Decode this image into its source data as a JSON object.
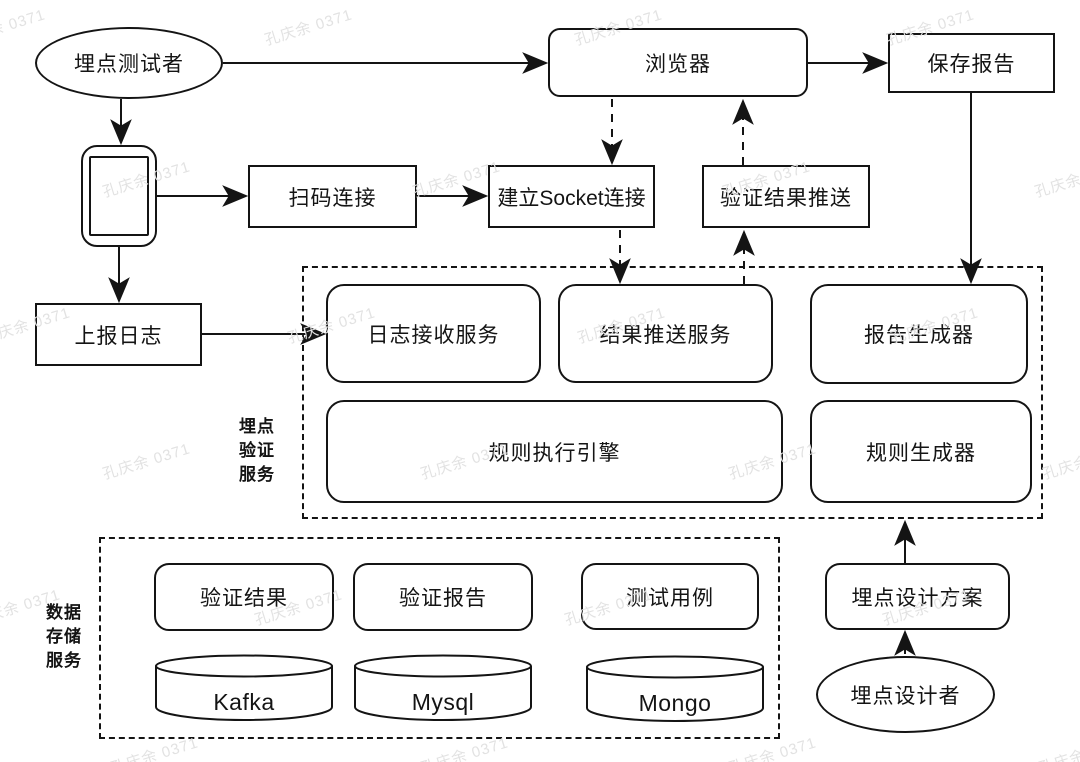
{
  "watermark": {
    "text": "孔庆余 0371"
  },
  "nodes": {
    "tester": {
      "label": "埋点测试者"
    },
    "browser": {
      "label": "浏览器"
    },
    "save_report": {
      "label": "保存报告"
    },
    "scan_connect": {
      "label": "扫码连接"
    },
    "socket_connect": {
      "label": "建立Socket连接"
    },
    "verify_result_push": {
      "label": "验证结果推送"
    },
    "report_log": {
      "label": "上报日志"
    },
    "log_receive_service": {
      "label": "日志接收服务"
    },
    "result_push_service": {
      "label": "结果推送服务"
    },
    "report_generator": {
      "label": "报告生成器"
    },
    "rule_engine": {
      "label": "规则执行引擎"
    },
    "rule_generator": {
      "label": "规则生成器"
    },
    "verify_result": {
      "label": "验证结果"
    },
    "verify_report": {
      "label": "验证报告"
    },
    "test_case": {
      "label": "测试用例"
    },
    "kafka": {
      "label": "Kafka"
    },
    "mysql": {
      "label": "Mysql"
    },
    "mongo": {
      "label": "Mongo"
    },
    "design_plan": {
      "label": "埋点设计方案"
    },
    "designer": {
      "label": "埋点设计者"
    }
  },
  "groups": {
    "verify_service": {
      "lines": [
        "埋点",
        "验证",
        "服务"
      ]
    },
    "storage_service": {
      "lines": [
        "数据",
        "存储",
        "服务"
      ]
    }
  }
}
